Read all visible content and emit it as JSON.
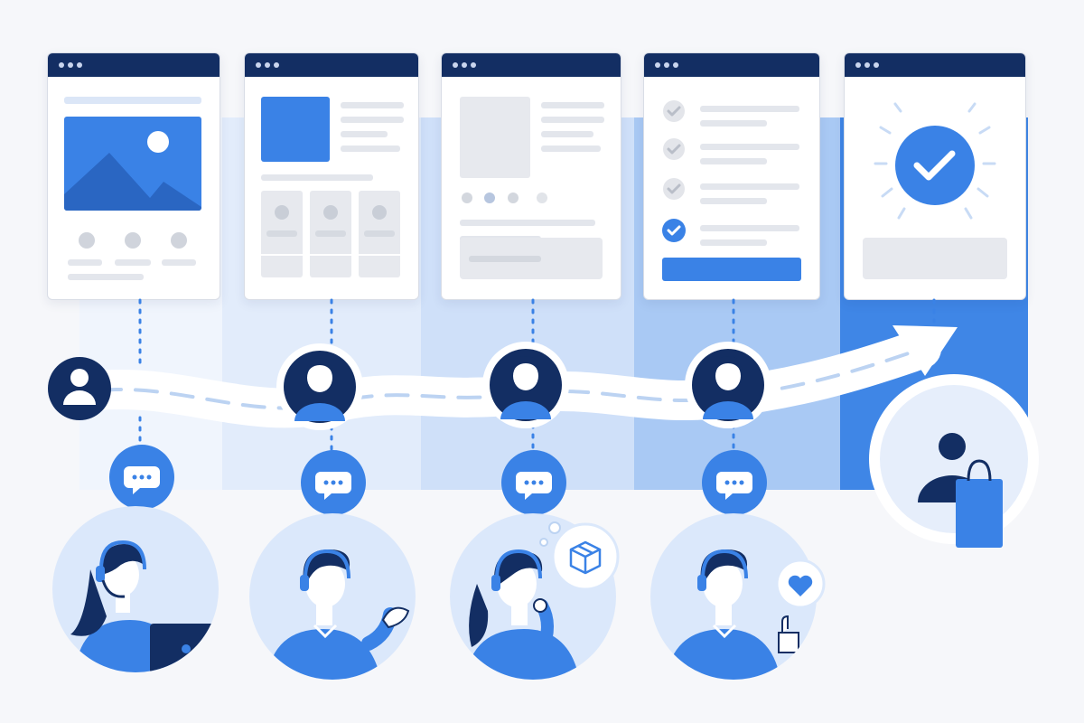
{
  "colors": {
    "navy": "#132e63",
    "primary": "#3a82e6",
    "light": "#dbe8fb",
    "white": "#ffffff"
  },
  "stages": [
    {
      "screen": "product-listing",
      "touchpoint": "chat-bubble-icon",
      "agent": "agent-with-laptop"
    },
    {
      "screen": "product-details",
      "touchpoint": "chat-bubble-icon",
      "agent": "agent-gesturing"
    },
    {
      "screen": "product-compare",
      "touchpoint": "chat-bubble-icon",
      "agent": "agent-thinking-package"
    },
    {
      "screen": "checkout-checklist",
      "touchpoint": "chat-bubble-icon",
      "agent": "agent-thumbs-up-heart"
    },
    {
      "screen": "order-confirmed",
      "touchpoint": "none",
      "agent": "none"
    }
  ],
  "icons": {
    "start": "user-icon",
    "customer": "customer-avatar-icon",
    "end": "customer-shopping-bag-icon",
    "success": "checkmark-icon",
    "box": "package-icon",
    "heart": "heart-icon"
  }
}
